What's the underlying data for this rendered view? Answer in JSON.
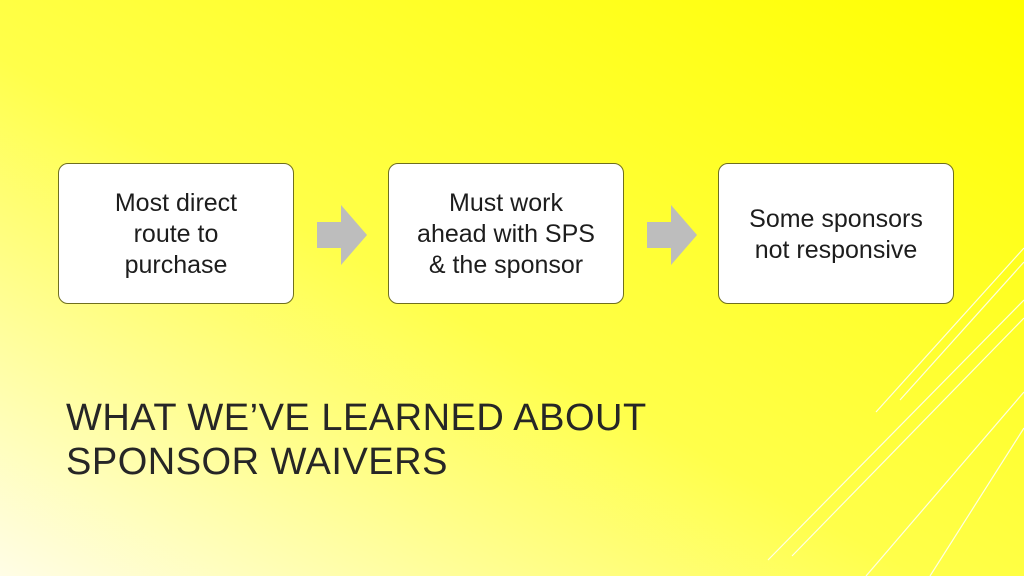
{
  "slide": {
    "background_top": "#ffff00",
    "background_bottom": "#fffde0",
    "box_border_color": "#6f6f1f",
    "arrow_color": "#bdbdbd"
  },
  "process": {
    "steps": [
      {
        "text_lines": [
          "Most direct",
          "route to",
          "purchase"
        ]
      },
      {
        "text_lines": [
          "Must work",
          "ahead with SPS",
          "& the sponsor"
        ]
      },
      {
        "text_lines": [
          "Some sponsors",
          "not responsive"
        ]
      }
    ],
    "connector_icon": "right-arrow-icon"
  },
  "title": {
    "line1": "WHAT WE’VE LEARNED ABOUT",
    "line2": "SPONSOR WAIVERS"
  }
}
